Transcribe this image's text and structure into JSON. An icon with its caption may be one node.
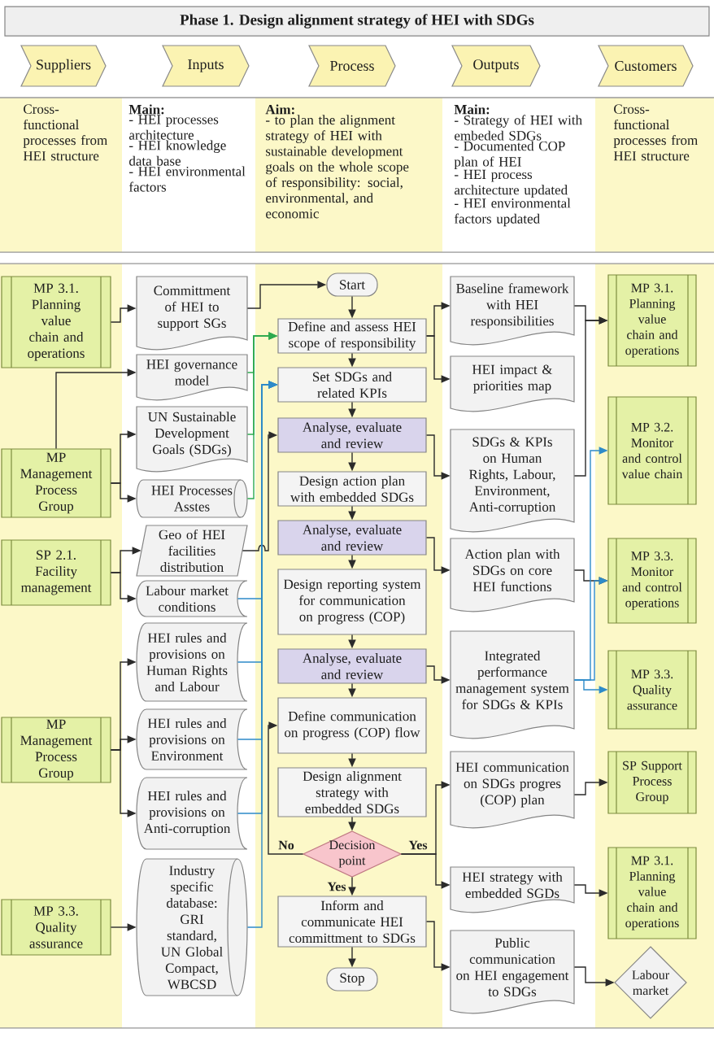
{
  "diagram": {
    "title": "Phase 1. Design alignment strategy of HEI with SDGs",
    "nodes": [
      {
        "text": [
          "Suppliers"
        ]
      },
      {
        "text": [
          "Inputs"
        ]
      },
      {
        "text": [
          "Process"
        ]
      },
      {
        "text": [
          "Outputs"
        ]
      },
      {
        "text": [
          "Customers"
        ]
      },
      {
        "text": [
          "MP 3.1. Planning value chain and operations"
        ]
      },
      {
        "text": [
          "MP Management Process Group"
        ]
      },
      {
        "text": [
          "SP 2.1. Facility management"
        ]
      },
      {
        "text": [
          "MP Management Process Group"
        ]
      },
      {
        "text": [
          "MP 3.3. Quality assurance"
        ]
      },
      {
        "text": [
          "Committment of HEI to support SGs"
        ]
      },
      {
        "text": [
          "HEI governance model"
        ]
      },
      {
        "text": [
          "UN Sustainable Development Goals (SDGs)"
        ]
      },
      {
        "text": [
          "HEI Processes Asstes"
        ]
      },
      {
        "text": [
          "Geo of HEI facilities distribution"
        ]
      },
      {
        "text": [
          "Labour market conditions"
        ]
      },
      {
        "text": [
          "HEI rules and provisions on Human Rights and Labour"
        ]
      },
      {
        "text": [
          "HEI rules and provisions on Environment"
        ]
      },
      {
        "text": [
          "HEI rules and provisions on Anti-corruption"
        ]
      },
      {
        "text": [
          "Industry specific database: GRI standard, UN Global Compact, WBCSD"
        ]
      },
      {
        "text": [
          "Start"
        ]
      },
      {
        "text": [
          "Define and assess HEI scope of responsibility"
        ]
      },
      {
        "text": [
          "Set SDGs and related KPIs"
        ]
      },
      {
        "text": [
          "Analyse, evaluate and review"
        ]
      },
      {
        "text": [
          "Design action plan with embedded SDGs"
        ]
      },
      {
        "text": [
          "Analyse, evaluate and review"
        ]
      },
      {
        "text": [
          "Design reporting system for communication on progress (COP)"
        ]
      },
      {
        "text": [
          "Analyse, evaluate and review"
        ]
      },
      {
        "text": [
          "Define communication on progress (COP) flow"
        ]
      },
      {
        "text": [
          "Design alignment strategy with embedded SDGs"
        ]
      },
      {
        "text": [
          "Decision point"
        ]
      },
      {
        "text": [
          "Inform and communicate HEI committment to SDGs"
        ]
      },
      {
        "text": [
          "Stop"
        ]
      },
      {
        "text": [
          "Baseline framework with HEI responsibilities"
        ]
      },
      {
        "text": [
          "HEI impact & priorities map"
        ]
      },
      {
        "text": [
          "SDGs & KPIs on Human Rights, Labour, Environment, Anti-corruption"
        ]
      },
      {
        "text": [
          "Action plan with SDGs on core HEI functions"
        ]
      },
      {
        "text": [
          "Integrated performance management system for SDGs & KPIs"
        ]
      },
      {
        "text": [
          "HEI communication on SDGs progres (COP) plan"
        ]
      },
      {
        "text": [
          "HEI strategy with embedded SGDs"
        ]
      },
      {
        "text": [
          "Public communication on HEI engagement to SDGs"
        ]
      },
      {
        "text": [
          "MP 3.1. Planning value chain and operations"
        ]
      },
      {
        "text": [
          "MP 3.2. Monitor and control value chain"
        ]
      },
      {
        "text": [
          "MP 3.3. Monitor and control operations"
        ]
      },
      {
        "text": [
          "MP 3.3. Quality assurance"
        ]
      },
      {
        "text": [
          "SP Support Process Group"
        ]
      },
      {
        "text": [
          "MP 3.1. Planning value chain and operations"
        ]
      },
      {
        "text": [
          "Labour market"
        ]
      }
    ],
    "edges": [
      {
        "from": 5,
        "to": 10,
        "arrow": "to"
      },
      {
        "from": 6,
        "to": 11,
        "arrow": "to"
      },
      {
        "from": 6,
        "to": 12,
        "arrow": "to"
      },
      {
        "from": 6,
        "to": 13,
        "arrow": "to"
      },
      {
        "from": 7,
        "to": 14,
        "arrow": "to"
      },
      {
        "from": 7,
        "to": 15,
        "arrow": "to"
      },
      {
        "from": 8,
        "to": 16,
        "arrow": "to"
      },
      {
        "from": 8,
        "to": 17,
        "arrow": "to"
      },
      {
        "from": 8,
        "to": 18,
        "arrow": "to"
      },
      {
        "from": 9,
        "to": 19,
        "arrow": "to"
      },
      {
        "from": 10,
        "to": 20,
        "arrow": "to"
      },
      {
        "from": 11,
        "to": 21,
        "arrow": "to",
        "color": "#2eaa4f"
      },
      {
        "from": 12,
        "to": 21,
        "arrow": "to",
        "color": "#2eaa4f"
      },
      {
        "from": 13,
        "to": 21,
        "arrow": "to",
        "color": "#2eaa4f"
      },
      {
        "from": 14,
        "to": 23,
        "arrow": "to"
      },
      {
        "from": 15,
        "to": 22,
        "arrow": "to",
        "color": "#2e8bc9"
      },
      {
        "from": 16,
        "to": 22,
        "arrow": "to",
        "color": "#2e8bc9"
      },
      {
        "from": 17,
        "to": 22,
        "arrow": "to",
        "color": "#2e8bc9"
      },
      {
        "from": 18,
        "to": 22,
        "arrow": "to",
        "color": "#2e8bc9"
      },
      {
        "from": 19,
        "to": 22,
        "arrow": "to",
        "color": "#2e8bc9"
      },
      {
        "from": 20,
        "to": 21,
        "arrow": "to"
      },
      {
        "from": 21,
        "to": 22,
        "arrow": "to"
      },
      {
        "from": 22,
        "to": 23,
        "arrow": "to"
      },
      {
        "from": 23,
        "to": 24,
        "arrow": "to"
      },
      {
        "from": 24,
        "to": 25,
        "arrow": "to"
      },
      {
        "from": 25,
        "to": 26,
        "arrow": "to"
      },
      {
        "from": 26,
        "to": 27,
        "arrow": "to"
      },
      {
        "from": 27,
        "to": 28,
        "arrow": "to"
      },
      {
        "from": 28,
        "to": 29,
        "arrow": "to"
      },
      {
        "from": 29,
        "to": 30,
        "arrow": "to"
      },
      {
        "from": 30,
        "to": 31,
        "arrow": "to",
        "label": "Yes"
      },
      {
        "from": 31,
        "to": 32,
        "arrow": "to"
      },
      {
        "from": 30,
        "to": 28,
        "arrow": "to",
        "label": "No"
      },
      {
        "from": 30,
        "to": 38,
        "arrow": "to",
        "label": "Yes"
      },
      {
        "from": 30,
        "to": 39,
        "arrow": "to"
      },
      {
        "from": 21,
        "to": 33,
        "arrow": "to"
      },
      {
        "from": 21,
        "to": 34,
        "arrow": "to"
      },
      {
        "from": 23,
        "to": 35,
        "arrow": "to"
      },
      {
        "from": 25,
        "to": 36,
        "arrow": "to"
      },
      {
        "from": 27,
        "to": 37,
        "arrow": "to"
      },
      {
        "from": 31,
        "to": 40,
        "arrow": "to"
      },
      {
        "from": 33,
        "to": 41,
        "arrow": "to"
      },
      {
        "from": 35,
        "to": 41,
        "arrow": "to"
      },
      {
        "from": 36,
        "to": 43,
        "arrow": "to"
      },
      {
        "from": 37,
        "to": 42,
        "arrow": "to",
        "color": "#2e8bc9"
      },
      {
        "from": 37,
        "to": 43,
        "arrow": "to",
        "color": "#2e8bc9"
      },
      {
        "from": 37,
        "to": 44,
        "arrow": "to",
        "color": "#2e8bc9"
      },
      {
        "from": 38,
        "to": 45,
        "arrow": "to"
      },
      {
        "from": 39,
        "to": 46,
        "arrow": "to"
      },
      {
        "from": 40,
        "to": 47,
        "arrow": "to"
      }
    ],
    "labels": [
      "Cross-functional processes from HEI structure",
      "Main:",
      "- HEI processes architecture",
      "- HEI knowledge data base",
      "- HEI environmental factors",
      "Aim:",
      "- to plan the alignment strategy of HEI with sustainable development goals on the whole scope of responsibility: social, environmental, and economic",
      "Main:",
      "- Strategy of HEI with embeded SDGs",
      "- Documented COP plan of HEI",
      "- HEI process architecture updated",
      "- HEI environmental factors updated",
      "Cross-functional processes from HEI structure"
    ]
  }
}
